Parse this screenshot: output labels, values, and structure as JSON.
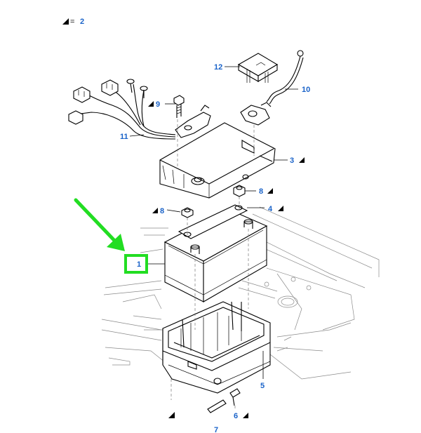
{
  "legend": {
    "symbol": "triangle",
    "equals": "=",
    "ref": "2"
  },
  "callouts": [
    "1",
    "3",
    "4",
    "5",
    "6",
    "7",
    "8",
    "8",
    "9",
    "10",
    "11",
    "12"
  ],
  "highlight": {
    "target": "1",
    "color": "#22dd22"
  }
}
